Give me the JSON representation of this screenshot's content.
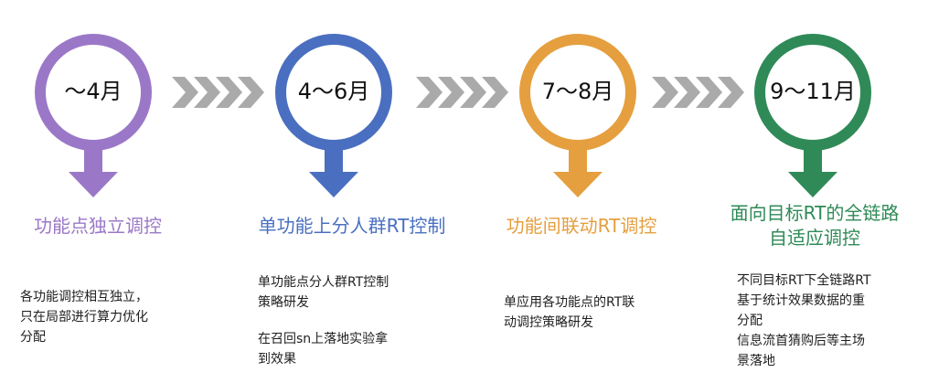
{
  "stages": [
    {
      "period": "～4月",
      "title_lines": [
        "功能点独立调控"
      ],
      "description_blocks": [
        [
          "各功能调控相互独立，",
          "只在局部进行算力优化",
          "分配"
        ]
      ],
      "color": "#9b78c7"
    },
    {
      "period": "4～6月",
      "title_lines": [
        "单功能上分人群RT控制"
      ],
      "description_blocks": [
        [
          "单功能点分人群RT控制",
          "策略研发"
        ],
        [
          "在召回sn上落地实验拿",
          "到效果"
        ]
      ],
      "color": "#4a6fc0"
    },
    {
      "period": "7～8月",
      "title_lines": [
        "功能间联动RT调控"
      ],
      "description_blocks": [
        [
          "单应用各功能点的RT联",
          "动调控策略研发"
        ]
      ],
      "color": "#e59f3f"
    },
    {
      "period": "9～11月",
      "title_lines": [
        "面向目标RT的全链路",
        "自适应调控"
      ],
      "description_blocks": [
        [
          "不同目标RT下全链路RT",
          "基于统计效果数据的重",
          "分配",
          "信息流首猜购后等主场",
          "景落地"
        ]
      ],
      "color": "#2f8a57"
    }
  ],
  "connector_color": "#aaaaaa"
}
